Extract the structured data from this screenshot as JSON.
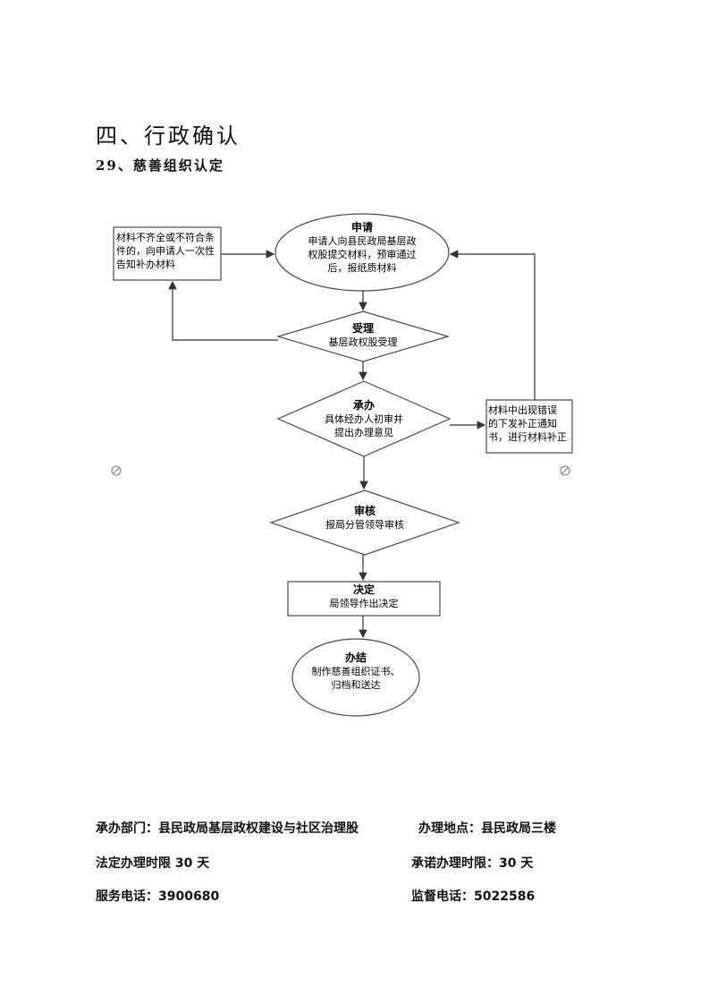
{
  "header": {
    "title": "四、行政确认",
    "subtitle": "29、慈善组织认定"
  },
  "flow": {
    "apply": {
      "title": "申请",
      "lines": [
        "申请人向县民政局基层政",
        "权股提交材料，预审通过",
        "后，报纸质材料"
      ]
    },
    "accept": {
      "title": "受理",
      "lines": [
        "基层政权股受理"
      ]
    },
    "handle": {
      "title": "承办",
      "lines": [
        "具体经办人初审并",
        "提出办理意见"
      ]
    },
    "review": {
      "title": "审核",
      "lines": [
        "报局分管领导审核"
      ]
    },
    "decide": {
      "title": "决定",
      "lines": [
        "局领导作出决定"
      ]
    },
    "finish": {
      "title": "办结",
      "lines": [
        "制作慈善组织证书、",
        "归档和送达"
      ]
    },
    "incomplete": {
      "lines": [
        "材料不齐全或不符合条",
        "件的，向申请人一次性",
        "告知补办材料"
      ]
    },
    "correction": {
      "lines": [
        "材料中出现错误",
        "的下发补正通知",
        "书，进行材料补正"
      ]
    }
  },
  "info": {
    "dept": "承办部门：县民政局基层政权建设与社区治理股",
    "location": "办理地点：县民政局三楼",
    "legal_time": "法定办理时限 30 天",
    "promise_time": "承诺办理时限：30 天",
    "service_phone": "服务电话：3900680",
    "supervise_phone": "监督电话：5022586"
  },
  "colors": {
    "stroke": "#4a4a4a",
    "arrow": "#333333"
  }
}
